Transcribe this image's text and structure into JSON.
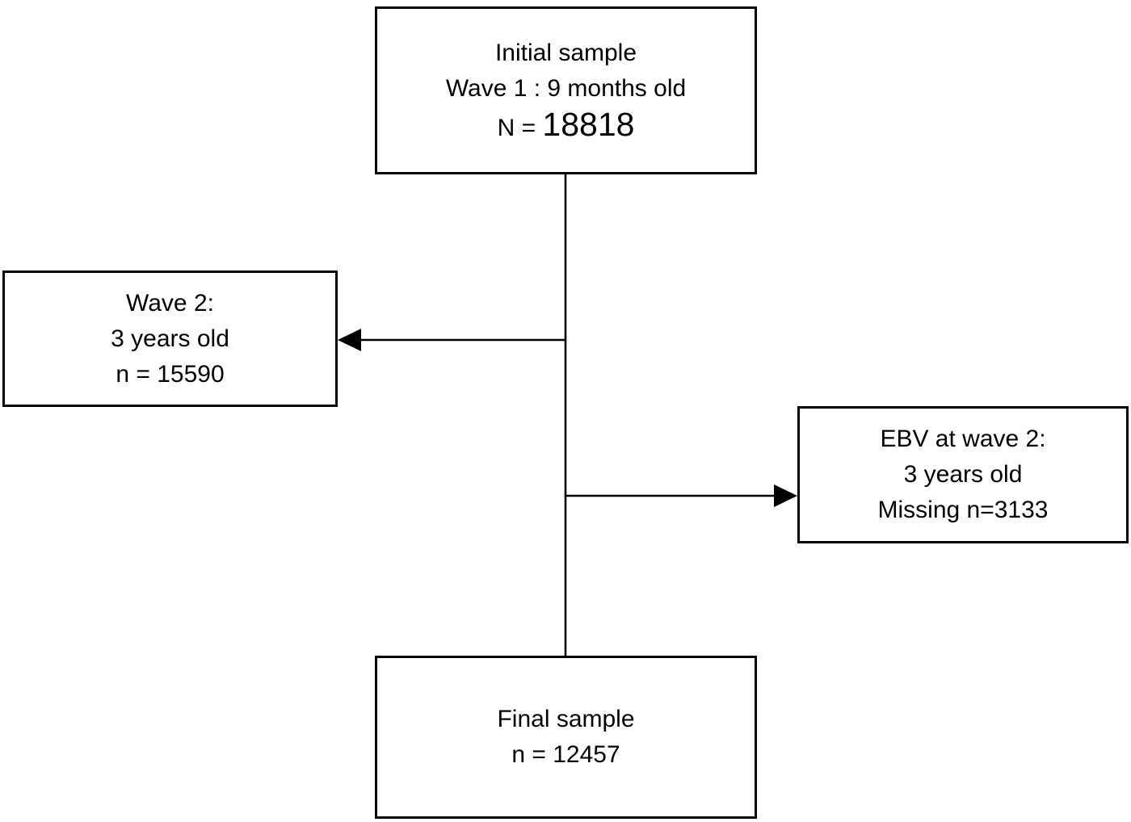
{
  "colors": {
    "background": "#ffffff",
    "stroke": "#000000",
    "text": "#000000"
  },
  "boxes": {
    "initial_sample": {
      "line1": "Initial sample",
      "line2": "Wave 1 : 9 months old",
      "n_prefix": "N = ",
      "n_value": "18818"
    },
    "wave2": {
      "line1": "Wave 2:",
      "line2": "3 years old",
      "line3": "n = 15590"
    },
    "ebv_missing": {
      "line1": "EBV at wave 2:",
      "line2": "3 years old",
      "line3": "Missing n=3133"
    },
    "final_sample": {
      "line1": "Final sample",
      "line2": "n = 12457"
    }
  }
}
